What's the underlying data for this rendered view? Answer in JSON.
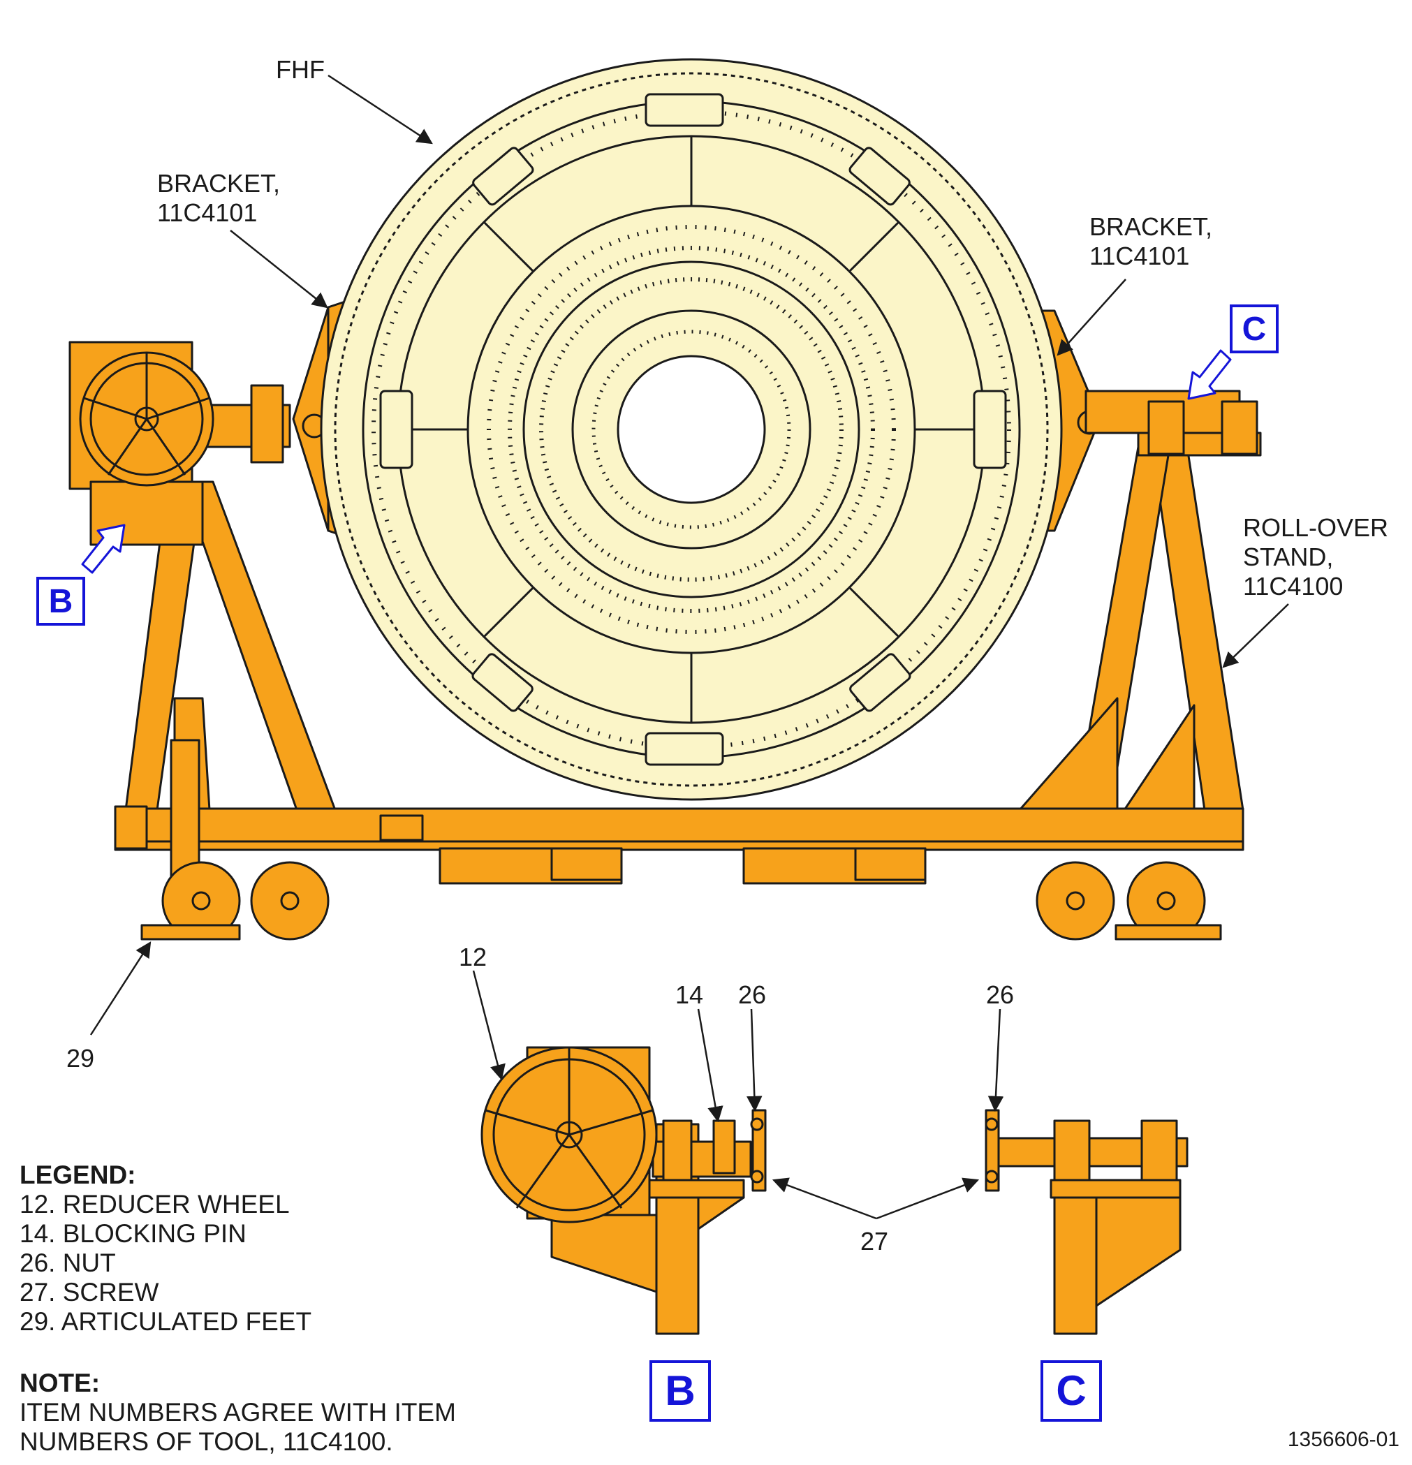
{
  "labels": {
    "fhf": "FHF",
    "bracket_left_1": "BRACKET,",
    "bracket_left_2": "11C4101",
    "bracket_right_1": "BRACKET,",
    "bracket_right_2": "11C4101",
    "stand_1": "ROLL-OVER",
    "stand_2": "STAND,",
    "stand_3": "11C4100",
    "item_12": "12",
    "item_14": "14",
    "item_26a": "26",
    "item_26b": "26",
    "item_27": "27",
    "item_29": "29"
  },
  "view_boxes": {
    "b_top": "B",
    "c_top": "C",
    "b_bottom": "B",
    "c_bottom": "C"
  },
  "legend": {
    "heading": "LEGEND:",
    "items": [
      "12. REDUCER WHEEL",
      "14. BLOCKING PIN",
      "26. NUT",
      "27. SCREW",
      "29. ARTICULATED FEET"
    ]
  },
  "note": {
    "heading": "NOTE:",
    "lines": [
      "ITEM NUMBERS AGREE WITH ITEM",
      "NUMBERS OF TOOL, 11C4100."
    ]
  },
  "drawing_number": "1356606-01",
  "colors": {
    "stand_orange": "#f7a21b",
    "fhf_cream": "#fbf5c8",
    "outline": "#1a1a1a",
    "view_blue": "#1414d8"
  }
}
